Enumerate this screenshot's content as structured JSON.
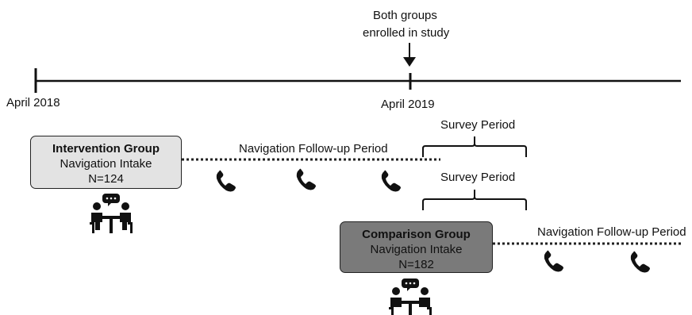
{
  "annotation": {
    "line1": "Both groups",
    "line2": "enrolled in study"
  },
  "timeline": {
    "start_label": "April 2018",
    "mid_label": "April 2019"
  },
  "intervention": {
    "title": "Intervention Group",
    "subtitle": "Navigation Intake",
    "n": "N=124",
    "followup_label": "Navigation Follow-up Period",
    "survey_label": "Survey Period",
    "fill": "#e3e3e3"
  },
  "comparison": {
    "title": "Comparison Group",
    "subtitle": "Navigation Intake",
    "n": "N=182",
    "followup_label": "Navigation Follow-up Period",
    "survey_label": "Survey Period",
    "fill": "#7a7a7a"
  },
  "icons": [
    "phone-icon",
    "meeting-icon",
    "arrow-down-icon",
    "brace-icon"
  ]
}
